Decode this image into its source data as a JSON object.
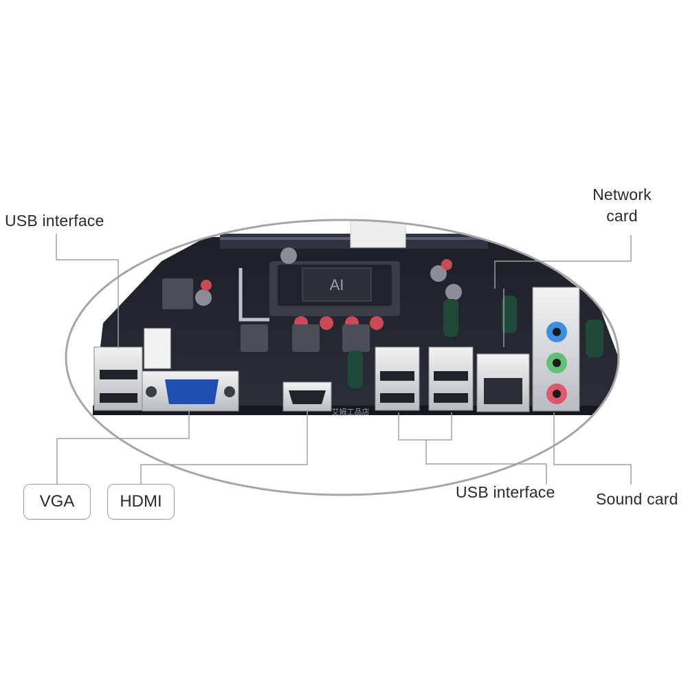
{
  "labels": {
    "usb_interface_left": "USB interface",
    "network_card": "Network card",
    "vga": "VGA",
    "hdmi": "HDMI",
    "usb_interface_right": "USB interface",
    "sound_card": "Sound card"
  },
  "board_silkscreen": "艾姆工品店",
  "cpu_marking": "AI"
}
